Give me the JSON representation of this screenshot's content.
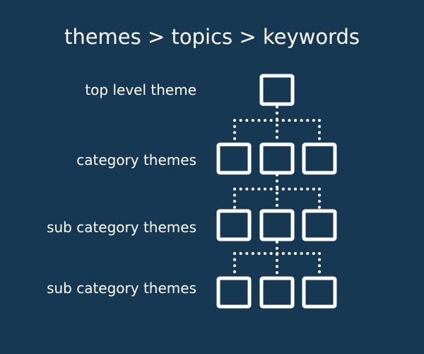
{
  "title": "themes > topics > keywords",
  "levels": [
    {
      "label": "top level theme",
      "node_count": 1
    },
    {
      "label": "category themes",
      "node_count": 3
    },
    {
      "label": "sub category themes",
      "node_count": 3
    },
    {
      "label": "sub category themes",
      "node_count": 3
    }
  ],
  "colors": {
    "background": "#173853",
    "foreground": "#ffffff"
  }
}
